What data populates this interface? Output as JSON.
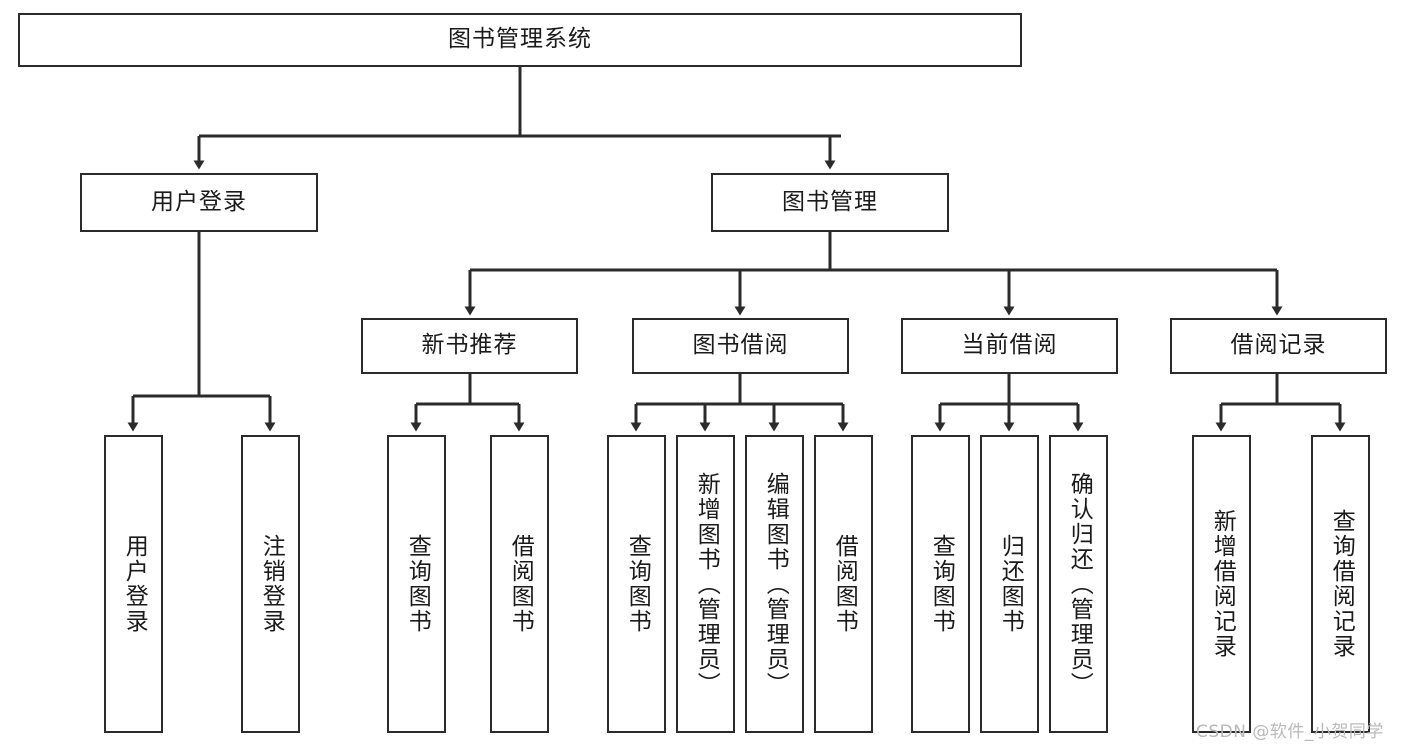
{
  "diagram": {
    "title": "图书管理系统",
    "type": "tree",
    "orientation": "top-down",
    "colors": {
      "box_border": "#2b2b2b",
      "box_fill": "#ffffff",
      "edge": "#2b2b2b",
      "text": "#1a1a1a",
      "watermark": "#b9b9b9"
    },
    "nodes": {
      "root": {
        "label": "图书管理系统"
      },
      "level2": [
        {
          "id": "user-login",
          "label": "用户登录"
        },
        {
          "id": "book-manage",
          "label": "图书管理"
        }
      ],
      "level3": [
        {
          "id": "new-book-recommend",
          "label": "新书推荐"
        },
        {
          "id": "book-borrow",
          "label": "图书借阅"
        },
        {
          "id": "current-borrow",
          "label": "当前借阅"
        },
        {
          "id": "borrow-record",
          "label": "借阅记录"
        }
      ],
      "leaves": [
        {
          "id": "leaf-user-login",
          "label": "用户登录",
          "parent": "user-login"
        },
        {
          "id": "leaf-user-logout",
          "label": "注销登录",
          "parent": "user-login"
        },
        {
          "id": "leaf-query-book-1",
          "label": "查询图书",
          "parent": "new-book-recommend"
        },
        {
          "id": "leaf-borrow-book-1",
          "label": "借阅图书",
          "parent": "new-book-recommend"
        },
        {
          "id": "leaf-query-book-2",
          "label": "查询图书",
          "parent": "book-borrow"
        },
        {
          "id": "leaf-add-book",
          "label": "新增图书（管理员）",
          "parent": "book-borrow"
        },
        {
          "id": "leaf-edit-book",
          "label": "编辑图书（管理员）",
          "parent": "book-borrow"
        },
        {
          "id": "leaf-borrow-book-2",
          "label": "借阅图书",
          "parent": "book-borrow"
        },
        {
          "id": "leaf-query-book-3",
          "label": "查询图书",
          "parent": "current-borrow"
        },
        {
          "id": "leaf-return-book",
          "label": "归还图书",
          "parent": "current-borrow"
        },
        {
          "id": "leaf-confirm-return",
          "label": "确认归还（管理员）",
          "parent": "current-borrow"
        },
        {
          "id": "leaf-add-record",
          "label": "新增借阅记录",
          "parent": "borrow-record"
        },
        {
          "id": "leaf-query-record",
          "label": "查询借阅记录",
          "parent": "borrow-record"
        }
      ]
    },
    "watermark": "CSDN @软件_小贺同学"
  }
}
